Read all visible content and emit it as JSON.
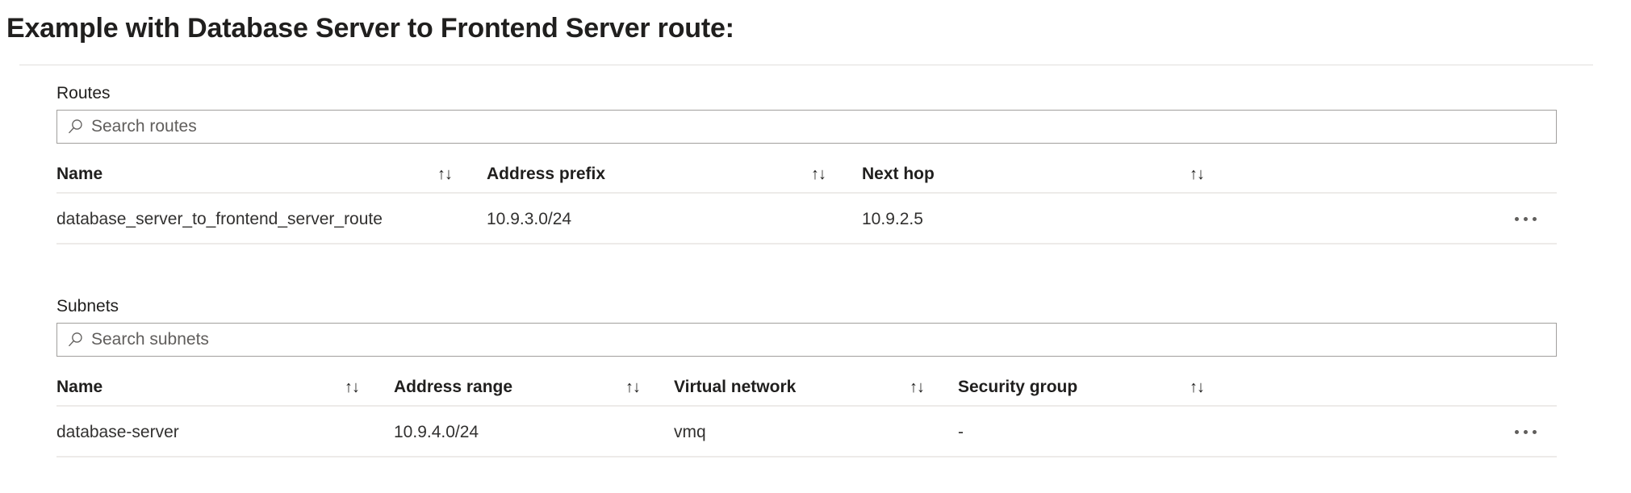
{
  "page": {
    "title": "Example with Database Server to Frontend Server route:"
  },
  "routes_section": {
    "label": "Routes",
    "search": {
      "placeholder": "Search routes",
      "value": "",
      "icon": "search-icon"
    },
    "table": {
      "sort_icon": "↑↓",
      "overflow_icon": "ellipsis-horizontal-icon",
      "columns": [
        {
          "key": "name",
          "label": "Name",
          "sortable": true
        },
        {
          "key": "address_prefix",
          "label": "Address prefix",
          "sortable": true
        },
        {
          "key": "next_hop",
          "label": "Next hop",
          "sortable": true
        }
      ],
      "rows": [
        {
          "name": "database_server_to_frontend_server_route",
          "address_prefix": "10.9.3.0/24",
          "next_hop": "10.9.2.5"
        }
      ]
    }
  },
  "subnets_section": {
    "label": "Subnets",
    "search": {
      "placeholder": "Search subnets",
      "value": "",
      "icon": "search-icon"
    },
    "table": {
      "sort_icon": "↑↓",
      "overflow_icon": "ellipsis-horizontal-icon",
      "columns": [
        {
          "key": "name",
          "label": "Name",
          "sortable": true
        },
        {
          "key": "address_range",
          "label": "Address range",
          "sortable": true
        },
        {
          "key": "virtual_network",
          "label": "Virtual network",
          "sortable": true
        },
        {
          "key": "security_group",
          "label": "Security group",
          "sortable": true
        }
      ],
      "rows": [
        {
          "name": "database-server",
          "address_range": "10.9.4.0/24",
          "virtual_network": "vmq",
          "security_group": "-"
        }
      ]
    }
  },
  "colors": {
    "text_primary": "#201f1e",
    "text_secondary": "#605e5c",
    "divider": "#edebe9",
    "rule": "#e1dfdd",
    "input_border": "#a19f9d",
    "background": "#ffffff"
  }
}
